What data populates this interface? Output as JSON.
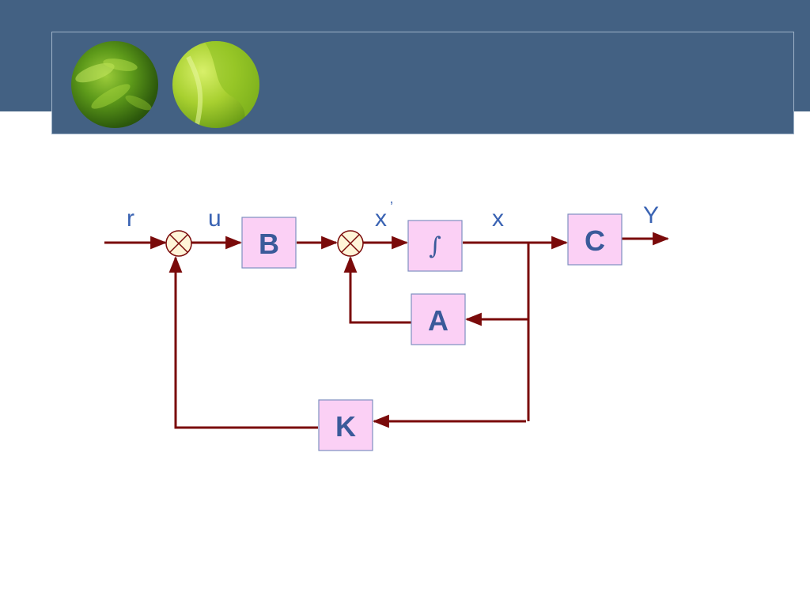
{
  "signals": {
    "r": "r",
    "u": "u",
    "x_dot": "x",
    "x_dot_prime": "’",
    "x": "x",
    "y": "Y"
  },
  "blocks": {
    "B": "B",
    "integrator": "∫",
    "C": "C",
    "A": "A",
    "K": "K"
  },
  "colors": {
    "header": "#436183",
    "line": "#7a0a0a",
    "block_fill": "#fbd0f5",
    "block_border": "#7f8fc0",
    "text": "#3a63b3"
  }
}
